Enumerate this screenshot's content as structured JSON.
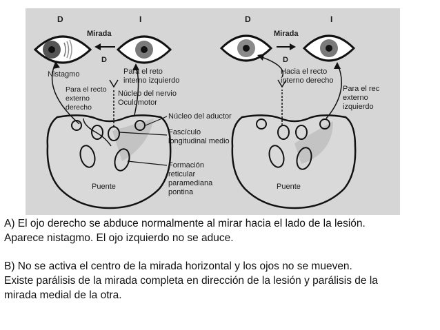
{
  "figure": {
    "panel_a": {
      "eye_right_label": "D",
      "eye_left_label": "I",
      "mirada": "Mirada",
      "arrow_d": "D",
      "nistagmo": "Nistagmo",
      "recto_interno": [
        "Para el reto",
        "interno izquierdo"
      ],
      "recto_externo": [
        "Para el recto",
        "externo",
        "derecho"
      ],
      "oculomotor": [
        "Núcleo del nervio",
        "Oculomotor"
      ],
      "abductor": "Núcleo del aductor",
      "fasciculo": [
        "Fascículo",
        "longitudinal medio"
      ],
      "formacion": [
        "Formación",
        "reticular",
        "paramediana",
        "pontina"
      ],
      "puente": "Puente"
    },
    "panel_b": {
      "eye_right_label": "D",
      "eye_left_label": "I",
      "mirada": "Mirada",
      "arrow_d": "D",
      "recto_interno": [
        "Hacia el recto",
        "interno derecho"
      ],
      "recto_externo": [
        "Para el rec",
        "externo",
        "izquierdo"
      ],
      "puente": "Puente"
    }
  },
  "caption": {
    "a": [
      "A) El ojo derecho se abduce normalmente al mirar hacia el lado de la lesión.",
      "Aparece nistagmo. El ojo izquierdo no se aduce."
    ],
    "b": [
      "B) No se activa el centro de la mirada horizontal y los ojos no se mueven.",
      "Existe parálisis de la mirada completa en dirección de la lesión y parálisis de la",
      "mirada medial de la otra."
    ]
  }
}
